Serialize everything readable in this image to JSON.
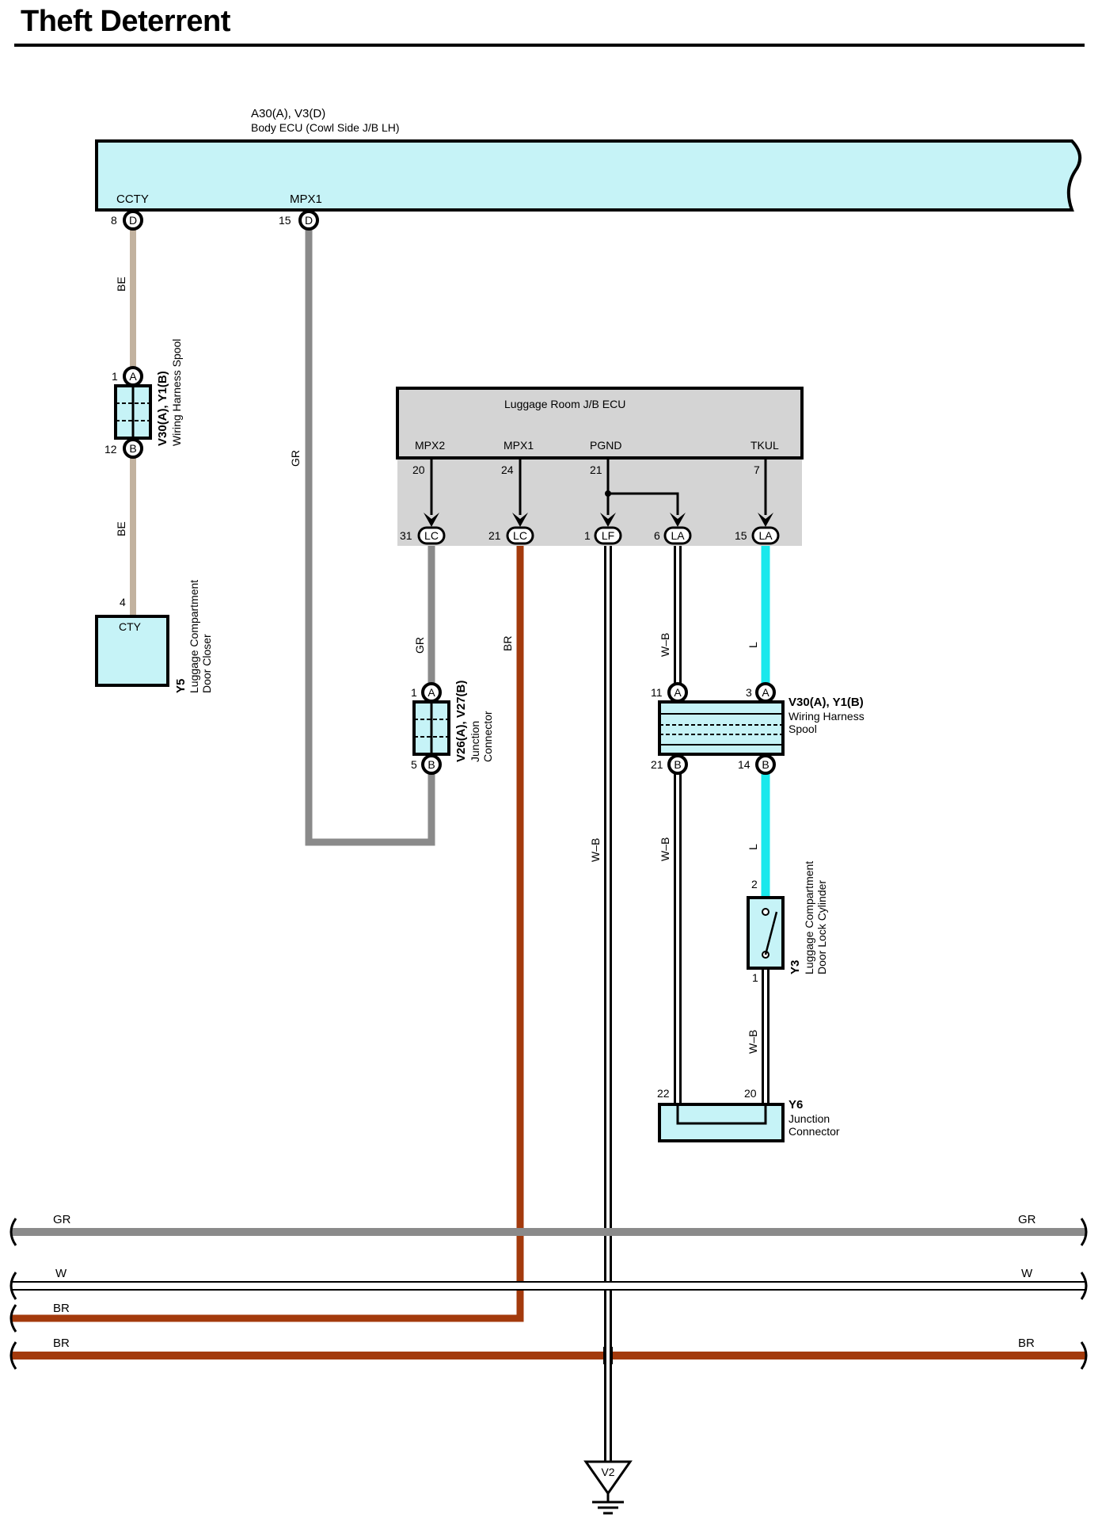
{
  "title": "Theft Deterrent",
  "colors": {
    "ecu_fill": "#c6f3f7",
    "jb_fill": "#d4d4d4",
    "wire_be": "#c2b29f",
    "wire_gr": "#8a8a8a",
    "wire_br": "#a33a0c",
    "wire_l": "#19e8ec",
    "wire_w": "#ffffff"
  },
  "body_ecu": {
    "code": "A30(A), V3(D)",
    "name": "Body ECU (Cowl Side J/B LH)",
    "terminals": [
      {
        "label": "CCTY",
        "pin": "8",
        "connector": "D"
      },
      {
        "label": "MPX1",
        "pin": "15",
        "connector": "D"
      }
    ]
  },
  "spool_left": {
    "code": "V30(A), Y1(B)",
    "name": "Wiring Harness Spool",
    "pin_top": "1",
    "conn_top": "A",
    "pin_bottom": "12",
    "conn_bottom": "B"
  },
  "wire_labels": {
    "be_upper": "BE",
    "be_lower": "BE",
    "gr_long": "GR",
    "gr_lc": "GR",
    "br_lc": "BR",
    "wb_lf": "W–B",
    "wb_la_upper": "W–B",
    "wb_la_lower": "W–B",
    "l_upper": "L",
    "l_lower": "L",
    "wb_y3": "W–B"
  },
  "door_closer": {
    "code": "Y5",
    "name_line1": "Luggage Compartment",
    "name_line2": "Door Closer",
    "pin": "4",
    "terminal": "CTY"
  },
  "luggage_jb": {
    "name": "Luggage Room J/B ECU",
    "terminals": [
      {
        "label": "MPX2",
        "pin": "20",
        "out_pin": "31",
        "connector": "LC"
      },
      {
        "label": "MPX1",
        "pin": "24",
        "out_pin": "21",
        "connector": "LC"
      },
      {
        "label": "PGND",
        "pin": "21",
        "out_pin": "1",
        "connector": "LF"
      },
      {
        "label": "",
        "pin": "",
        "out_pin": "6",
        "connector": "LA"
      },
      {
        "label": "TKUL",
        "pin": "7",
        "out_pin": "15",
        "connector": "LA"
      }
    ]
  },
  "junction_v26": {
    "code": "V26(A), V27(B)",
    "name_line1": "Junction",
    "name_line2": "Connector",
    "pin_top": "1",
    "conn_top": "A",
    "pin_bottom": "5",
    "conn_bottom": "B"
  },
  "spool_right": {
    "code": "V30(A), Y1(B)",
    "name_line1": "Wiring Harness",
    "name_line2": "Spool",
    "pin_top_left": "11",
    "pin_top_right": "3",
    "pin_bottom_left": "21",
    "pin_bottom_right": "14",
    "conn_top": "A",
    "conn_bottom": "B"
  },
  "lock_cylinder": {
    "code": "Y3",
    "name_line1": "Luggage Compartment",
    "name_line2": "Door Lock Cylinder",
    "pin_top": "2",
    "pin_bottom": "1"
  },
  "junction_y6": {
    "code": "Y6",
    "name_line1": "Junction",
    "name_line2": "Connector",
    "pin_left": "22",
    "pin_right": "20"
  },
  "bus_lines": [
    {
      "left": "GR",
      "right": "GR"
    },
    {
      "left": "W",
      "right": "W"
    },
    {
      "left": "BR",
      "right": ""
    },
    {
      "left": "BR",
      "right": "BR"
    }
  ],
  "ground": {
    "code": "V2"
  }
}
